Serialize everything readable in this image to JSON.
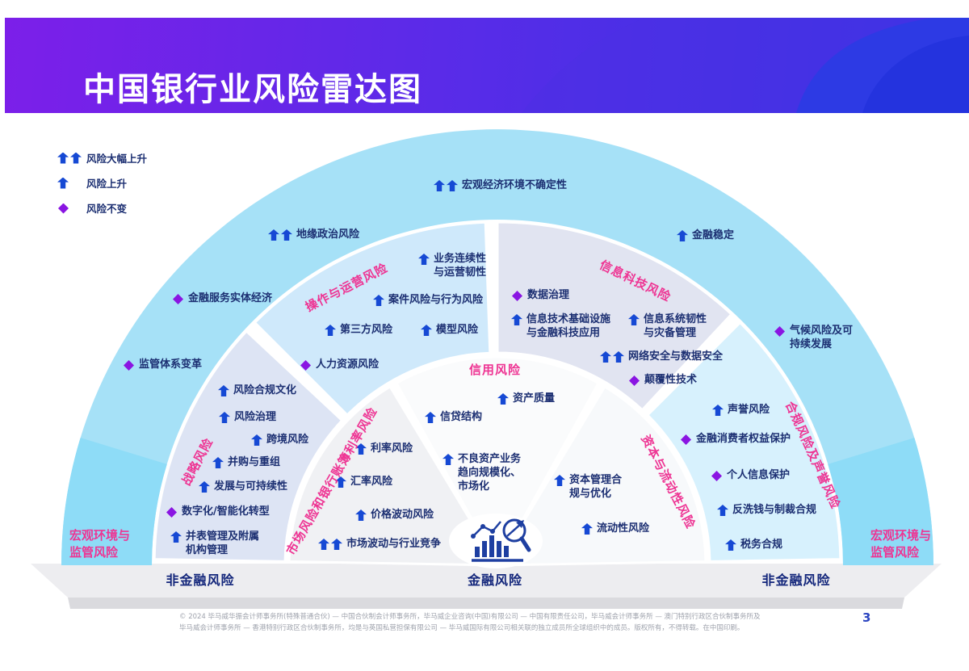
{
  "page_number": "3",
  "header": {
    "title": "中国银行业风险雷达图"
  },
  "legend": {
    "items": [
      {
        "marker": "double-up-arrow",
        "label": "风险大幅上升"
      },
      {
        "marker": "up-arrow",
        "label": "风险上升"
      },
      {
        "marker": "diamond",
        "label": "风险不变"
      }
    ]
  },
  "radar": {
    "outer_ring": {
      "region_label": "宏观环境与\n监管风险",
      "items": [
        {
          "marker": "double-up-arrow",
          "text": "宏观经济环境不确定性"
        },
        {
          "marker": "double-up-arrow",
          "text": "地缘政治风险"
        },
        {
          "marker": "up-arrow",
          "text": "金融稳定"
        },
        {
          "marker": "diamond",
          "text": "金融服务实体经济"
        },
        {
          "marker": "diamond",
          "text": "气候风险及可\n持续发展"
        },
        {
          "marker": "diamond",
          "text": "监管体系变革"
        }
      ]
    },
    "sectors": [
      {
        "label": "战略风险",
        "items": [
          {
            "marker": "up-arrow",
            "text": "风险合规文化"
          },
          {
            "marker": "up-arrow",
            "text": "风险治理"
          },
          {
            "marker": "up-arrow",
            "text": "跨境风险"
          },
          {
            "marker": "up-arrow",
            "text": "并购与重组"
          },
          {
            "marker": "up-arrow",
            "text": "发展与可持续性"
          },
          {
            "marker": "diamond",
            "text": "数字化/智能化转型"
          },
          {
            "marker": "up-arrow",
            "text": "并表管理及附属\n机构管理"
          }
        ]
      },
      {
        "label": "操作与运营风险",
        "items": [
          {
            "marker": "up-arrow",
            "text": "业务连续性\n与运营韧性"
          },
          {
            "marker": "up-arrow",
            "text": "案件风险与行为风险"
          },
          {
            "marker": "up-arrow",
            "text": "第三方风险"
          },
          {
            "marker": "up-arrow",
            "text": "模型风险"
          },
          {
            "marker": "diamond",
            "text": "人力资源风险"
          }
        ]
      },
      {
        "label": "信息科技风险",
        "items": [
          {
            "marker": "diamond",
            "text": "数据治理"
          },
          {
            "marker": "up-arrow",
            "text": "信息技术基础设施\n与金融科技应用"
          },
          {
            "marker": "up-arrow",
            "text": "信息系统韧性\n与灾备管理"
          },
          {
            "marker": "double-up-arrow",
            "text": "网络安全与数据安全"
          },
          {
            "marker": "diamond",
            "text": "颠覆性技术"
          }
        ]
      },
      {
        "label": "合规风险及声誉风险",
        "items": [
          {
            "marker": "up-arrow",
            "text": "声誉风险"
          },
          {
            "marker": "diamond",
            "text": "金融消费者权益保护"
          },
          {
            "marker": "diamond",
            "text": "个人信息保护"
          },
          {
            "marker": "up-arrow",
            "text": "反洗钱与制裁合规"
          },
          {
            "marker": "up-arrow",
            "text": "税务合规"
          }
        ]
      },
      {
        "label": "市场风险和银行账簿利率风险",
        "items": [
          {
            "marker": "up-arrow",
            "text": "利率风险"
          },
          {
            "marker": "up-arrow",
            "text": "汇率风险"
          },
          {
            "marker": "up-arrow",
            "text": "价格波动风险"
          },
          {
            "marker": "double-up-arrow",
            "text": "市场波动与行业竞争"
          }
        ]
      },
      {
        "label": "信用风险",
        "items": [
          {
            "marker": "up-arrow",
            "text": "资产质量"
          },
          {
            "marker": "up-arrow",
            "text": "信贷结构"
          },
          {
            "marker": "up-arrow",
            "text": "不良资产业务\n趋向规模化、\n市场化"
          }
        ]
      },
      {
        "label": "资本与流动性风险",
        "items": [
          {
            "marker": "up-arrow",
            "text": "资本管理合\n规与优化"
          },
          {
            "marker": "up-arrow",
            "text": "流动性风险"
          }
        ]
      }
    ],
    "base": {
      "left": "非金融风险",
      "center": "金融风险",
      "right": "非金融风险"
    },
    "center_icon": "chart-magnifier-icon"
  },
  "colors": {
    "arrow_blue": "#1649d4",
    "diamond_purple": "#8a15e2",
    "sector_label_pink": "#ee3493",
    "item_text_navy": "#1c2f72",
    "outer_ring_blue": "#a6e1f7",
    "header_gradient_start": "#7c1fe9",
    "header_gradient_end": "#3136e3"
  },
  "footer": {
    "line1": "© 2024 毕马威华振会计师事务所(特殊普通合伙) — 中国合伙制会计师事务所，毕马威企业咨询(中国)有限公司 — 中国有限责任公司，毕马威会计师事务所 — 澳门特别行政区合伙制事务所及",
    "line2": "毕马威会计师事务所 — 香港特别行政区合伙制事务所，均是与英国私营担保有限公司 — 毕马威国际有限公司相关联的独立成员所全球组织中的成员。版权所有，不得转载。在中国印刷。"
  }
}
